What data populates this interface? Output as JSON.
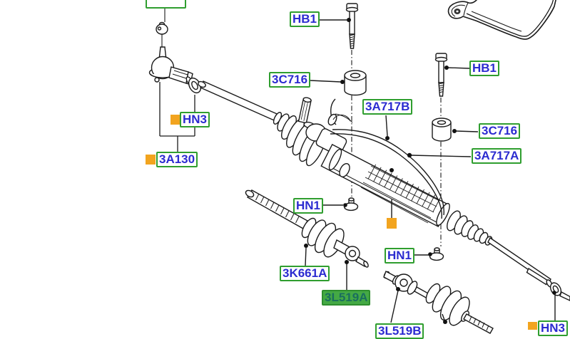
{
  "diagram": {
    "type": "parts-diagram",
    "subject": "steering gear / rack and pinion assembly exploded view"
  },
  "colors": {
    "label_border": "#2f9e2f",
    "label_text": "#2b2bd0",
    "highlight_fill": "#44a944",
    "highlight_border": "#2e8e2e",
    "highlight_text": "#1a6e5e",
    "marker": "#f2a41f",
    "line": "#1a1a1a"
  },
  "labels": {
    "top_partial": "",
    "hb1_top": "HB1",
    "c716_left": "3C716",
    "a717b": "3A717B",
    "hb1_right": "HB1",
    "c716_right": "3C716",
    "a717a": "3A717A",
    "hn3_left": "HN3",
    "a130": "3A130",
    "hn1_left": "HN1",
    "hn1_right": "HN1",
    "k661a": "3K661A",
    "l519a": "3L519A",
    "l519b": "3L519B",
    "hn3_bottom": "HN3"
  }
}
